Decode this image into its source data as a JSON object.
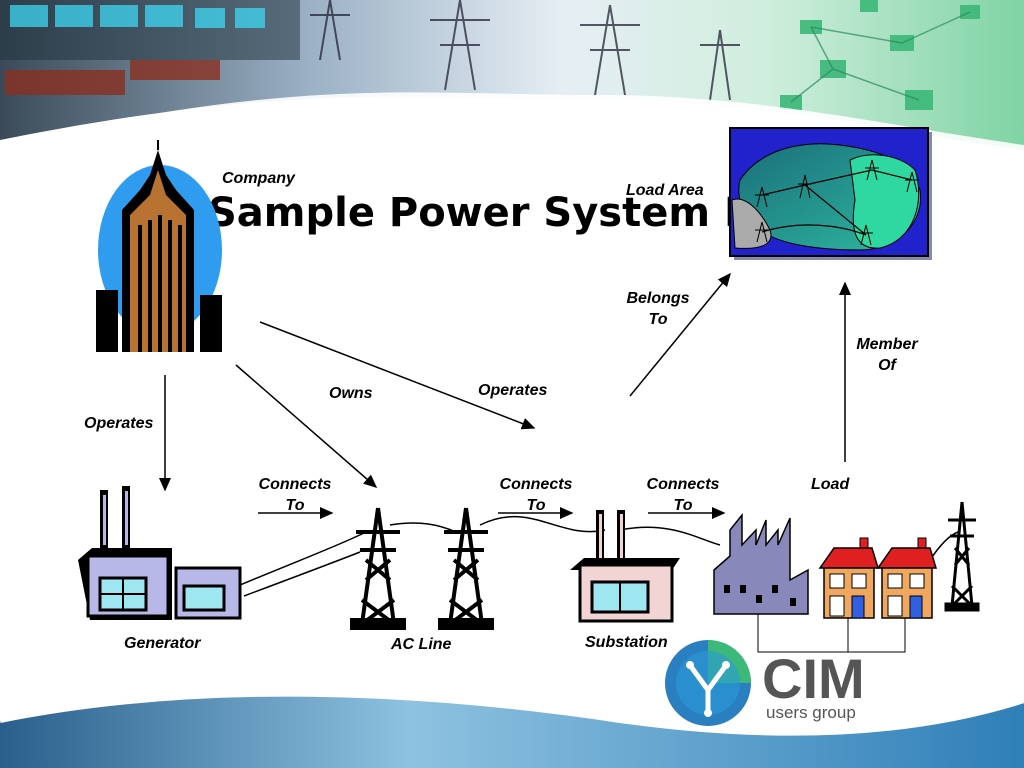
{
  "slide": {
    "title": "Sample Power System Model"
  },
  "labels": {
    "company": "Company",
    "load_area": "Load Area",
    "belongs_to_1": "Belongs",
    "belongs_to_2": "To",
    "member_of_1": "Member",
    "member_of_2": "Of",
    "owns": "Owns",
    "operates_top": "Operates",
    "operates_left": "Operates",
    "connects_1a": "Connects",
    "connects_1b": "To",
    "connects_2a": "Connects",
    "connects_2b": "To",
    "connects_3a": "Connects",
    "connects_3b": "To",
    "load": "Load",
    "generator": "Generator",
    "ac_line": "AC Line",
    "substation": "Substation"
  },
  "logo": {
    "text_main": "CIM",
    "text_sub": "users group"
  },
  "colors": {
    "header_green": "#7fd3a4",
    "wave_blue": "#5aa0c8",
    "sky_blue": "#2f9cf0",
    "building_brown": "#b87333",
    "factory_lilac": "#b8b8e8",
    "map_blue": "#2222cc",
    "map_teal": "#1a8a80",
    "house_red": "#e02020",
    "logo_blue": "#2a7fc0",
    "logo_text": "#555555"
  }
}
